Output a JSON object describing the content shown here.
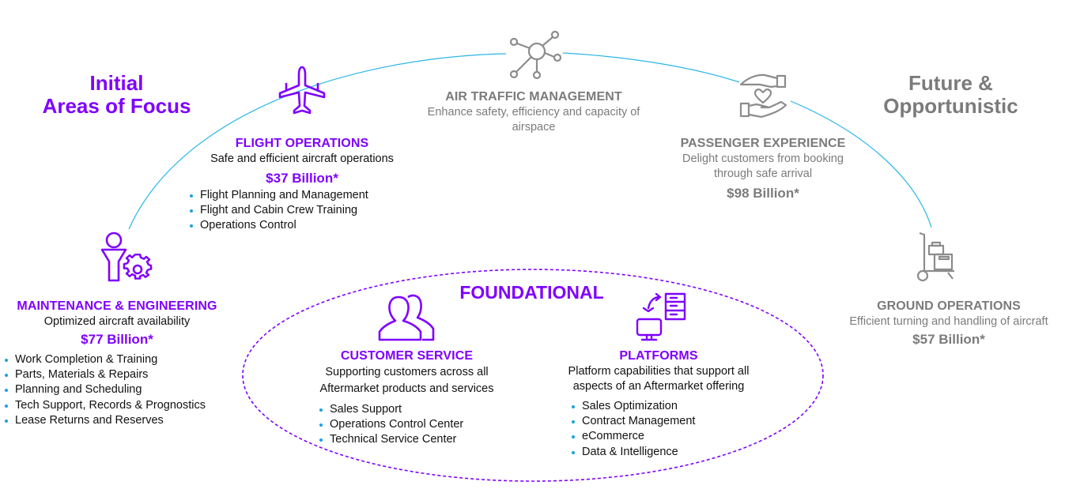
{
  "headings": {
    "initial": "Initial\nAreas of Focus",
    "future": "Future &\nOpportunistic"
  },
  "flight_operations": {
    "title": "FLIGHT OPERATIONS",
    "description": "Safe and efficient aircraft operations",
    "value": "$37 Billion*",
    "items": [
      "Flight Planning and Management",
      "Flight and Cabin Crew Training",
      "Operations Control"
    ]
  },
  "air_traffic": {
    "title": "AIR TRAFFIC MANAGEMENT",
    "description": "Enhance safety, efficiency and capacity of airspace"
  },
  "passenger": {
    "title": "PASSENGER EXPERIENCE",
    "description": "Delight customers from booking through safe arrival",
    "value": "$98 Billion*"
  },
  "maintenance": {
    "title": "MAINTENANCE & ENGINEERING",
    "description": "Optimized aircraft availability",
    "value": "$77 Billion*",
    "items": [
      "Work Completion & Training",
      "Parts, Materials & Repairs",
      "Planning and Scheduling",
      "Tech Support, Records & Prognostics",
      "Lease Returns and Reserves"
    ]
  },
  "ground": {
    "title": "GROUND OPERATIONS",
    "description": "Efficient turning and handling of aircraft",
    "value": "$57 Billion*"
  },
  "foundational": {
    "title": "FOUNDATIONAL",
    "customer_service": {
      "title": "CUSTOMER SERVICE",
      "description": "Supporting customers across all Aftermarket products and services",
      "items": [
        "Sales Support",
        "Operations Control Center",
        "Technical Service Center"
      ]
    },
    "platforms": {
      "title": "PLATFORMS",
      "description": "Platform capabilities that support all aspects of an Aftermarket offering",
      "items": [
        "Sales Optimization",
        "Contract Management",
        "eCommerce",
        "Data & Intelligence"
      ]
    }
  },
  "colors": {
    "purple": "#7f00ff",
    "gray": "#7b7b7b",
    "arc": "#29b6e6",
    "bullet": "#1ba1e2"
  },
  "icons": {
    "flight": "airplane-icon",
    "air_traffic": "network-hub-icon",
    "passenger": "hand-heart-icon",
    "maintenance": "engineer-gear-icon",
    "ground": "luggage-cart-icon",
    "customer_service": "people-icon",
    "platforms": "server-monitor-icon"
  }
}
